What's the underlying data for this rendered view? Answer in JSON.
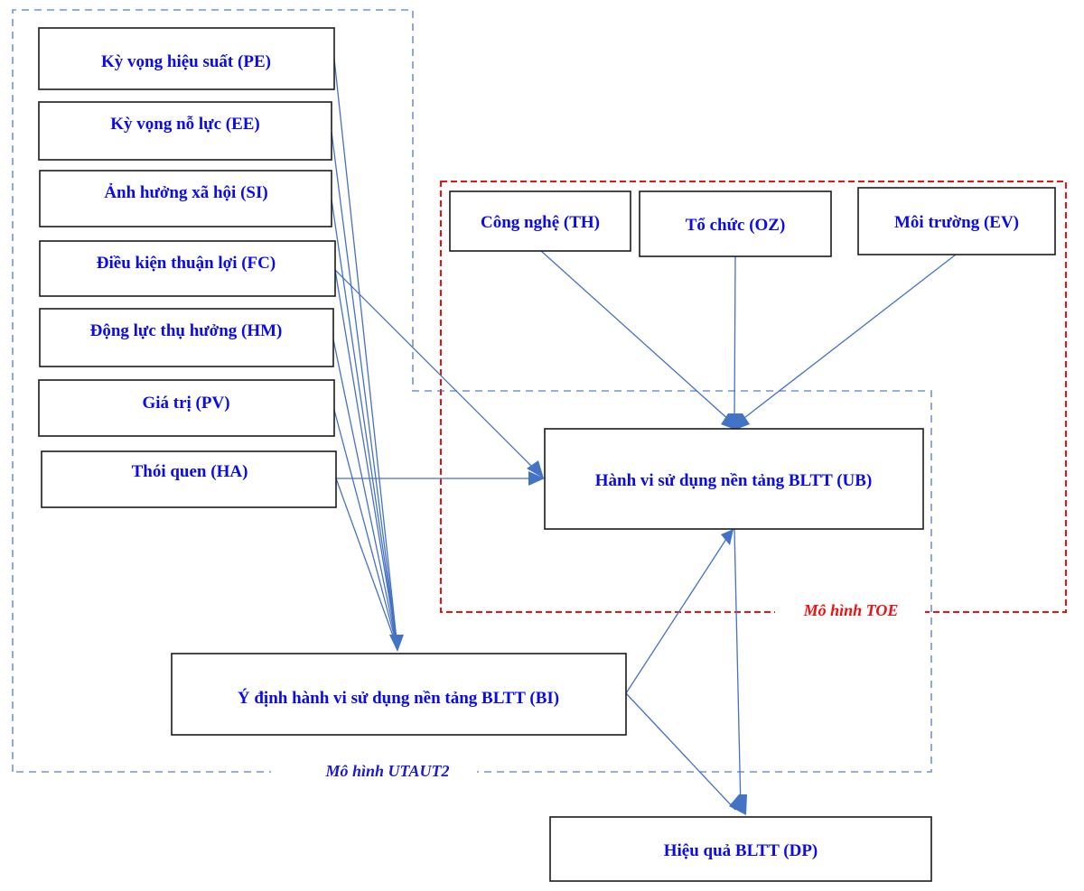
{
  "title": "Research model: UTAUT2 + TOE",
  "colors": {
    "node_text": "#0a0af0",
    "arrow": "#4472c4",
    "utaut_frame": "#6f96cf",
    "toe_frame": "#ee1111"
  },
  "frames": {
    "utaut2": {
      "label": "Mô hình UTAUT2"
    },
    "toe": {
      "label": "Mô hình TOE"
    }
  },
  "nodes": {
    "PE": {
      "label": "Kỳ vọng hiệu suất (PE)"
    },
    "EE": {
      "label": "Kỳ vọng nỗ lực (EE)"
    },
    "SI": {
      "label": "Ảnh hưởng xã hội (SI)"
    },
    "FC": {
      "label": "Điều kiện thuận lợi (FC)"
    },
    "HM": {
      "label": "Động lực thụ hưởng (HM)"
    },
    "PV": {
      "label": "Giá trị (PV)"
    },
    "HA": {
      "label": "Thói quen (HA)"
    },
    "TH": {
      "label": "Công nghệ (TH)"
    },
    "OZ": {
      "label": "Tổ chức (OZ)"
    },
    "EV": {
      "label": "Môi trường (EV)"
    },
    "UB": {
      "label": "Hành vi sử dụng nền tảng BLTT (UB)"
    },
    "BI": {
      "label": "Ý định hành vi sử dụng nền tảng BLTT (BI)"
    },
    "DP": {
      "label": "Hiệu quả BLTT (DP)"
    }
  },
  "edges": [
    {
      "from": "PE",
      "to": "BI"
    },
    {
      "from": "EE",
      "to": "BI"
    },
    {
      "from": "SI",
      "to": "BI"
    },
    {
      "from": "FC",
      "to": "BI"
    },
    {
      "from": "HM",
      "to": "BI"
    },
    {
      "from": "PV",
      "to": "BI"
    },
    {
      "from": "HA",
      "to": "BI"
    },
    {
      "from": "FC",
      "to": "UB"
    },
    {
      "from": "HA",
      "to": "UB"
    },
    {
      "from": "TH",
      "to": "UB"
    },
    {
      "from": "OZ",
      "to": "UB"
    },
    {
      "from": "EV",
      "to": "UB"
    },
    {
      "from": "BI",
      "to": "UB"
    },
    {
      "from": "BI",
      "to": "DP"
    },
    {
      "from": "UB",
      "to": "DP"
    }
  ]
}
